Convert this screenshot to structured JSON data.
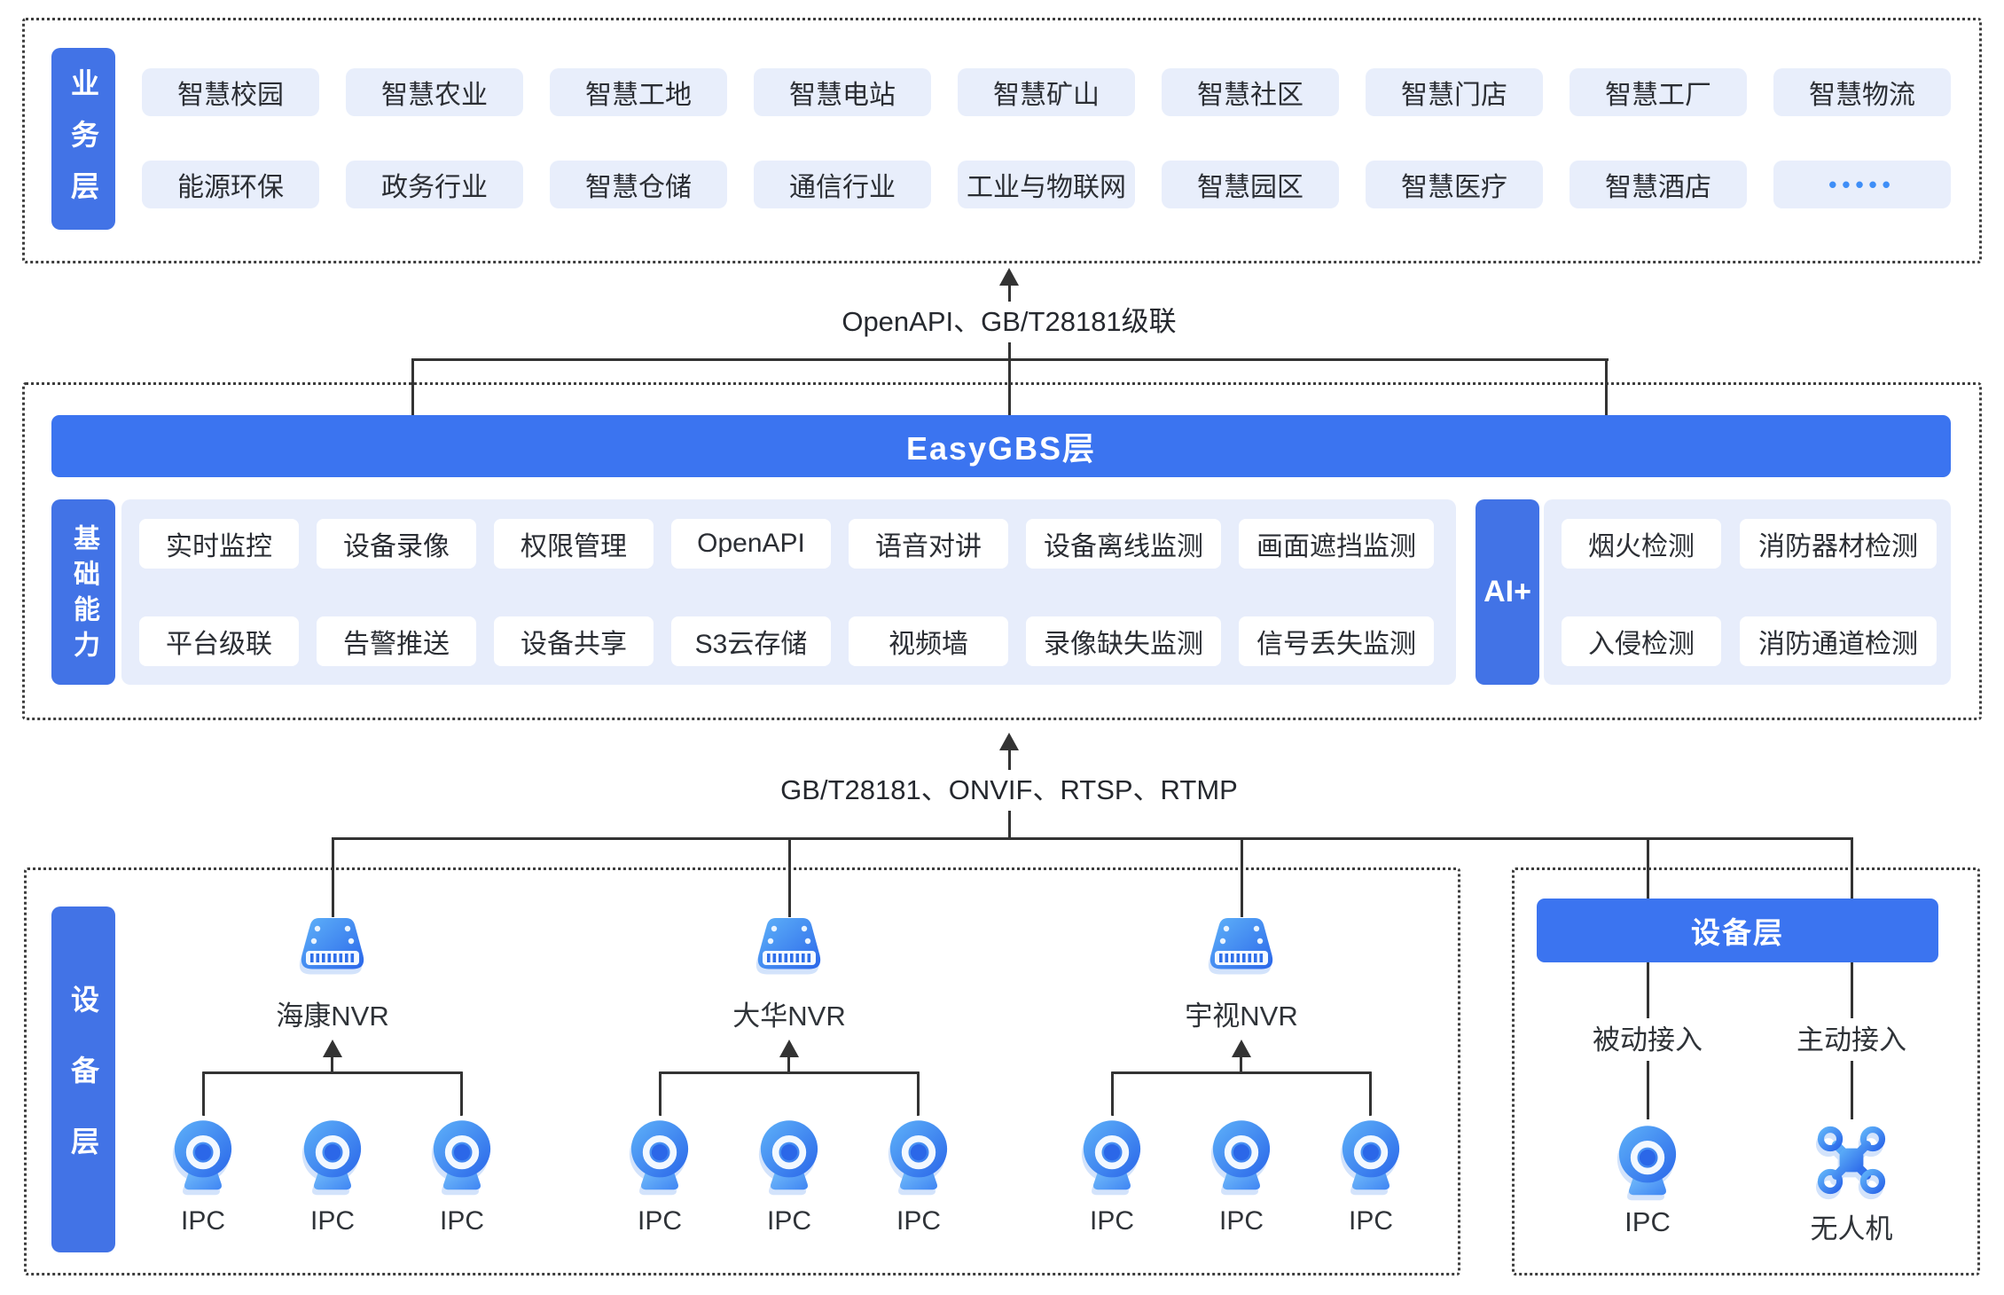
{
  "colors": {
    "accent_blue": "#3B74F0",
    "sidebar_blue": "#4273E6",
    "light_box": "#E8EEFB",
    "panel_bg": "#E7EDFB",
    "line": "#333333",
    "dots_blue": "#3E8EF7",
    "text": "#2B2E34"
  },
  "business_layer": {
    "sidebar_label": "业务层",
    "rows": [
      [
        "智慧校园",
        "智慧农业",
        "智慧工地",
        "智慧电站",
        "智慧矿山",
        "智慧社区",
        "智慧门店",
        "智慧工厂",
        "智慧物流"
      ],
      [
        "能源环保",
        "政务行业",
        "智慧仓储",
        "通信行业",
        "工业与物联网",
        "智慧园区",
        "智慧医疗",
        "智慧酒店",
        "•••••"
      ]
    ]
  },
  "top_connector": {
    "label": "OpenAPI、GB/T28181级联"
  },
  "easygbs_layer": {
    "bar_label": "EasyGBS层",
    "capabilities": {
      "sidebar_label": "基础能力",
      "rows": [
        [
          "实时监控",
          "设备录像",
          "权限管理",
          "OpenAPI",
          "语音对讲",
          "设备离线监测",
          "画面遮挡监测"
        ],
        [
          "平台级联",
          "告警推送",
          "设备共享",
          "S3云存储",
          "视频墙",
          "录像缺失监测",
          "信号丢失监测"
        ]
      ]
    },
    "ai": {
      "sidebar_label": "AI+",
      "rows": [
        [
          "烟火检测",
          "消防器材检测"
        ],
        [
          "入侵检测",
          "消防通道检测"
        ]
      ]
    }
  },
  "bottom_connector": {
    "label": "GB/T28181、ONVIF、RTSP、RTMP"
  },
  "device_layer": {
    "sidebar_label": "设备层",
    "nvr_groups": [
      {
        "name": "海康NVR",
        "icon": "nvr-icon",
        "cameras": [
          "IPC",
          "IPC",
          "IPC"
        ]
      },
      {
        "name": "大华NVR",
        "icon": "nvr-icon",
        "cameras": [
          "IPC",
          "IPC",
          "IPC"
        ]
      },
      {
        "name": "宇视NVR",
        "icon": "nvr-icon",
        "cameras": [
          "IPC",
          "IPC",
          "IPC"
        ]
      }
    ],
    "right_panel": {
      "header": "设备层",
      "columns": [
        {
          "access": "被动接入",
          "device": "IPC",
          "icon": "ipc-camera-icon"
        },
        {
          "access": "主动接入",
          "device": "无人机",
          "icon": "drone-icon"
        }
      ]
    }
  }
}
